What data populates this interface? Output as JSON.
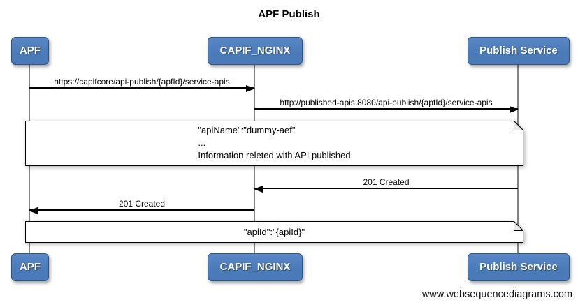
{
  "title": "APF Publish",
  "actors": [
    {
      "id": "apf",
      "label": "APF"
    },
    {
      "id": "capif-nginx",
      "label": "CAPIF_NGINX"
    },
    {
      "id": "publish-service",
      "label": "Publish Service"
    }
  ],
  "messages": [
    {
      "from": "APF",
      "to": "CAPIF_NGINX",
      "direction": "right",
      "label": "https://capifcore/api-publish/{apfId}/service-apis"
    },
    {
      "from": "CAPIF_NGINX",
      "to": "Publish Service",
      "direction": "right",
      "label": "http://published-apis:8080/api-publish/{apfId}/service-apis"
    },
    {
      "from": "Publish Service",
      "to": "CAPIF_NGINX",
      "direction": "left",
      "label": "201 Created"
    },
    {
      "from": "CAPIF_NGINX",
      "to": "APF",
      "direction": "left",
      "label": "201 Created"
    }
  ],
  "notes": [
    {
      "lines": [
        "\"apiName\":\"dummy-aef\"",
        "...",
        "Information releted with API published"
      ]
    },
    {
      "lines": [
        "\"apiId\":\"{apiId}\""
      ]
    }
  ],
  "watermark": "www.websequencediagrams.com",
  "colors": {
    "actor_fill": "#4a7ab8",
    "actor_fill_top": "#5a87c5",
    "actor_border": "#2e5387",
    "actor_text": "#ffffff",
    "lifeline": "#848484",
    "note_fill": "#ffffff",
    "line": "#000000"
  }
}
